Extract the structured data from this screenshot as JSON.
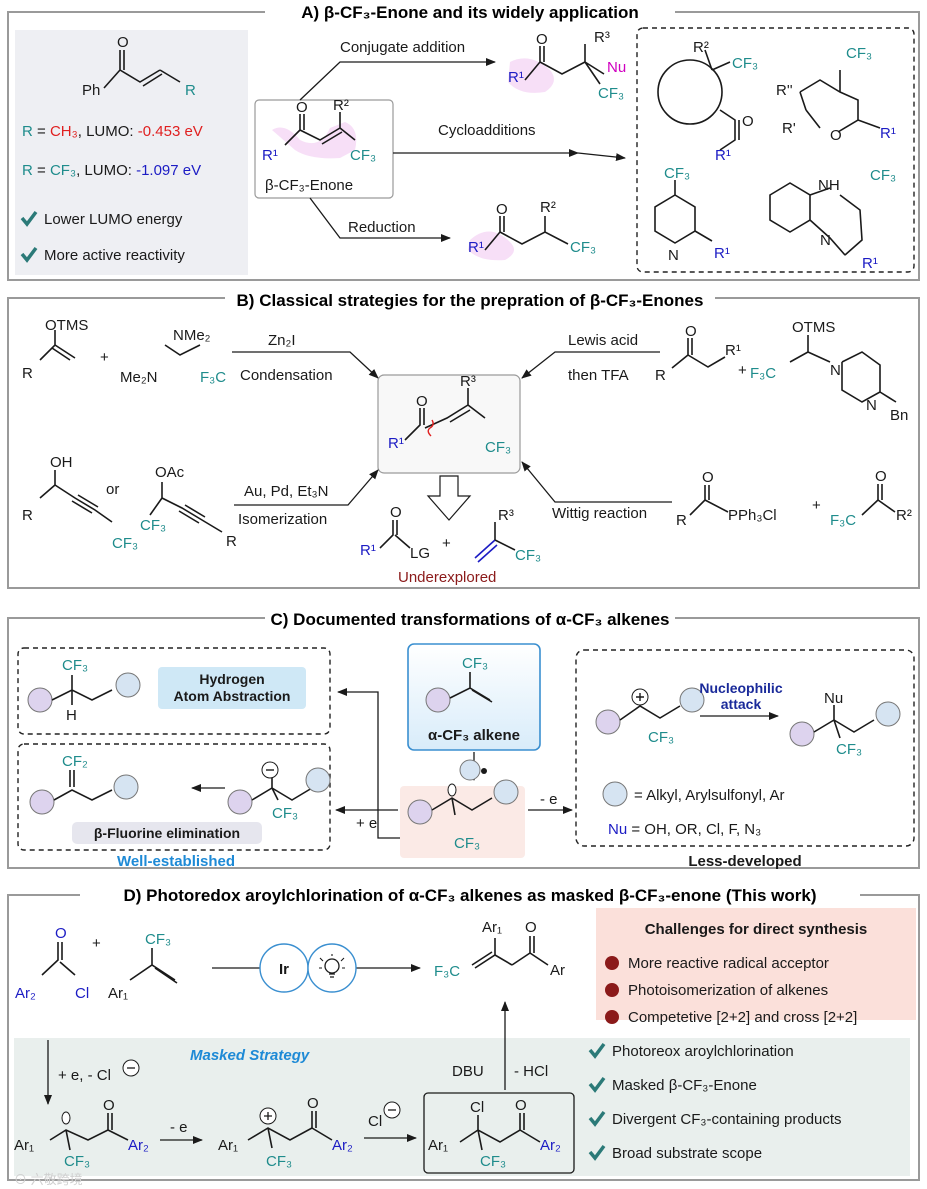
{
  "panelA": {
    "title": "A) β-CF₃-Enone and its widely application",
    "phenyl_label": "Ph",
    "R_label": "R",
    "r_ch3": "R = CH₃, LUMO: -0.453 eV",
    "r_cf3": "R = CF₃, LUMO: -1.097 eV",
    "check1": "Lower LUMO energy",
    "check2": "More active reactivity",
    "center_label": "β-CF₃-Enone",
    "arrow_conjugate": "Conjugate addition",
    "arrow_cyclo": "Cycloadditions",
    "arrow_reduction": "Reduction",
    "nu": "Nu",
    "r1": "R¹",
    "r2": "R²",
    "r3": "R³",
    "cf3": "CF₃",
    "r_dprime": "R''",
    "r_prime": "R'",
    "o": "O",
    "n": "N",
    "nh": "NH"
  },
  "panelB": {
    "title": "B) Classical strategies for the prepration of β-CF₃-Enones",
    "otms": "OTMS",
    "nme2": "NMe₂",
    "me2n": "Me₂N",
    "plus": "+",
    "zn2i": "Zn₂I",
    "condensation": "Condensation",
    "lewis_acid": "Lewis acid",
    "then_tfa": "then TFA",
    "f3c": "F₃C",
    "bn": "Bn",
    "oh": "OH",
    "or": "or",
    "oac": "OAc",
    "au_pd": "Au, Pd, Et₃N",
    "isomerization": "Isomerization",
    "wittig": "Wittig reaction",
    "pph3cl": "PPh₃Cl",
    "lg": "LG",
    "underexplored": "Underexplored"
  },
  "panelC": {
    "title": "C) Documented transformations of α-CF₃ alkenes",
    "hat": [
      "Hydrogen",
      "Atom Abstraction"
    ],
    "h": "H",
    "cf2": "CF₂",
    "beta_f": "β-Fluorine elimination",
    "well": "Well-established",
    "alkene": "α-CF₃ alkene",
    "plus_e": "+ e",
    "minus_e": "- e",
    "nucleophilic": [
      "Nucleophilic",
      "attack"
    ],
    "legend_circle": "= Alkyl, Arylsulfonyl, Ar",
    "legend_nu": "Nu = OH, OR, Cl, F, N₃",
    "less": "Less-developed"
  },
  "panelD": {
    "title": "D) Photoredox aroylchlorination of α-CF₃ alkenes as masked β-CF₃-enone (This work)",
    "ar1": "Ar₁",
    "ar2": "Ar₂",
    "ar": "Ar",
    "cl": "Cl",
    "ir": "Ir",
    "challenges_title": "Challenges for direct synthesis",
    "challenges": [
      "More reactive radical acceptor",
      "Photoisomerization of alkenes",
      "Competetive [2+2] and cross [2+2]"
    ],
    "masked": "Masked Strategy",
    "step1": "+ e, - Cl",
    "minus_e": "- e",
    "dbu": "DBU",
    "hcl": "- HCl",
    "checks": [
      "Photoreox aroylchlorination",
      "Masked β-CF₃-Enone",
      "Divergent CF₃-containing products",
      "Broad substrate scope"
    ],
    "watermark": "六敬跨境"
  },
  "colors": {
    "blue": "#1c1cc4",
    "teal": "#1f8c8c",
    "red": "#e02020",
    "magenta": "#d000c0",
    "highlight": "#f7dff7",
    "panel_gray": "#eeeff3",
    "challenge_bg": "#fbe0da",
    "masked_bg": "#e9efed",
    "check": "#2b7a78",
    "dot": "#8b1a1a",
    "circle_purple": "#ddd3ee",
    "circle_blue": "#d6e4f2",
    "hat_bg": "#cfe8f6"
  }
}
